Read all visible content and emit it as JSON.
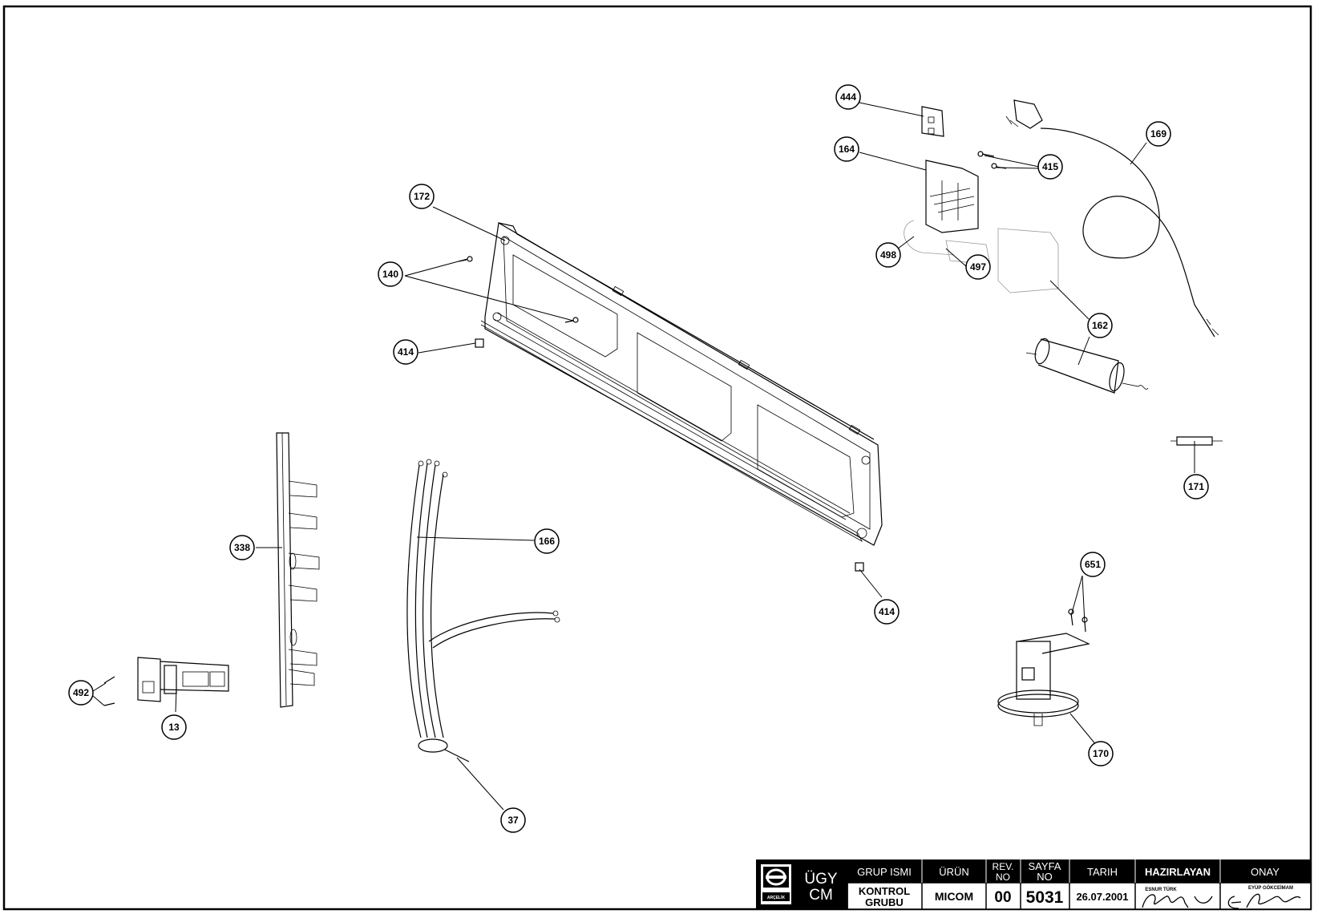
{
  "callouts": [
    {
      "label": "444"
    },
    {
      "label": "164"
    },
    {
      "label": "415"
    },
    {
      "label": "169"
    },
    {
      "label": "498"
    },
    {
      "label": "497"
    },
    {
      "label": "162"
    },
    {
      "label": "172"
    },
    {
      "label": "140"
    },
    {
      "label": "414"
    },
    {
      "label": "171"
    },
    {
      "label": "338"
    },
    {
      "label": "166"
    },
    {
      "label": "414"
    },
    {
      "label": "651"
    },
    {
      "label": "492"
    },
    {
      "label": "13"
    },
    {
      "label": "170"
    },
    {
      "label": "37"
    }
  ],
  "title_block": {
    "dept_line1": "ÜGY",
    "dept_line2": "CM",
    "logo_text": "ARÇELİK",
    "headers": {
      "group": "GRUP ISMI",
      "product": "ÜRÜN",
      "rev_line1": "REV.",
      "rev_line2": "NO",
      "page_line1": "SAYFA",
      "page_line2": "NO",
      "date": "TARIH",
      "prepared": "HAZIRLAYAN",
      "approved": "ONAY"
    },
    "values": {
      "group_line1": "KONTROL",
      "group_line2": "GRUBU",
      "product": "MICOM",
      "rev": "00",
      "page": "5031",
      "date": "26.07.2001",
      "prepared_by": "ESNUR TÜRK",
      "approved_by": "EYÜP GÖKCEİMAM"
    }
  }
}
